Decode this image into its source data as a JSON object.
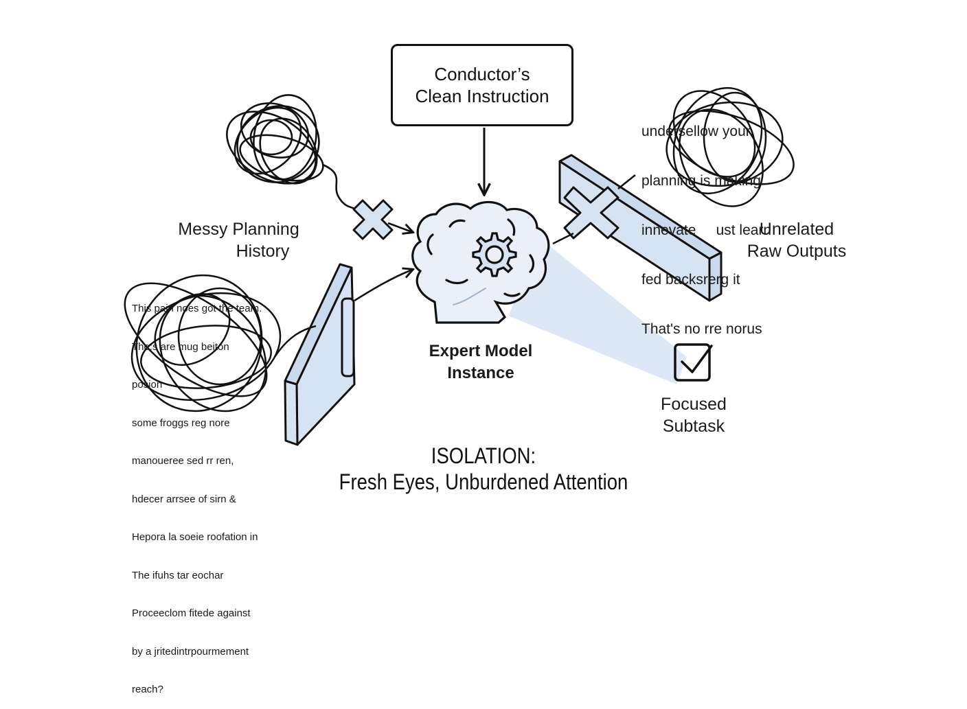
{
  "diagram": {
    "instruction_box": {
      "line1": "Conductor’s",
      "line2": "Clean Instruction"
    },
    "messy_history": {
      "line1": "Messy Planning",
      "line2": "History"
    },
    "unrelated_outputs": {
      "line1": "Unrelated",
      "line2": "Raw Outputs",
      "scribble_lines": [
        "undersellow your",
        "planning is making",
        "innevate     ust learn",
        "fed backsrerg it",
        "That's no rre norus"
      ]
    },
    "left_notes": {
      "scribble_lines": [
        "This pain noes got the team.",
        "The:s are mug beiton",
        "posion",
        "some froggs reg nore",
        "manoueree sed rr ren,",
        "hdecer arrsee of sirn &",
        "Hepora la soeie roofation in",
        "The ifuhs tar eochar",
        "Proceeclom fitede against",
        "by a jritedintrpourmement",
        "reach?"
      ]
    },
    "expert": {
      "line1": "Expert Model",
      "line2": "Instance"
    },
    "focused": {
      "line1": "Focused",
      "line2": "Subtask"
    },
    "title": {
      "line1": "ISOLATION:",
      "line2": "Fresh Eyes, Unburdened Attention"
    },
    "icons": [
      "tangle-icon",
      "blocked-x-icon",
      "wall-barrier-icon",
      "brain-gear-icon",
      "checkbox-check-icon",
      "arrow-icon"
    ],
    "colors": {
      "accent_fill": "#d6e3f3",
      "beam": "#dbe7f5",
      "stroke": "#111111"
    }
  }
}
